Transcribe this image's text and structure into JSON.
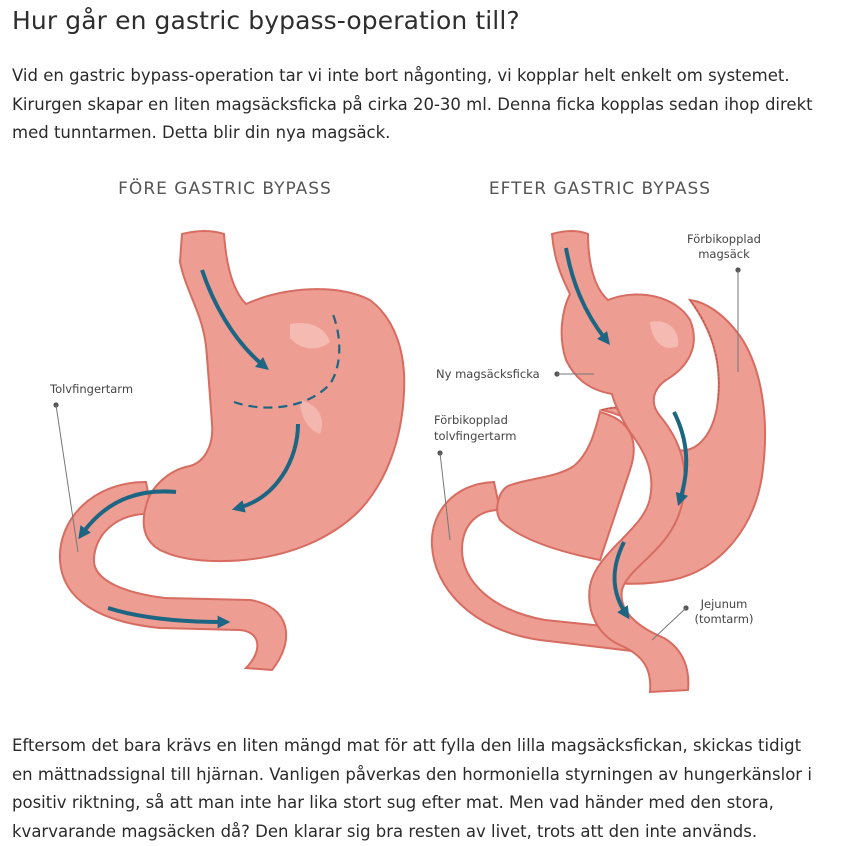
{
  "title": "Hur går en gastric bypass-operation till?",
  "intro_lines": [
    "Vid en gastric bypass-operation tar vi inte bort någonting, vi kopplar helt enkelt om systemet.",
    "Kirurgen skapar en liten magsäcksficka på cirka 20-30 ml. Denna ficka kopplas sedan ihop direkt",
    "med tunntarmen. Detta blir din nya magsäck."
  ],
  "diagram": {
    "before": {
      "heading": "FÖRE GASTRIC BYPASS",
      "labels": {
        "duodenum": "Tolvfingertarm"
      }
    },
    "after": {
      "heading": "EFTER GASTRIC BYPASS",
      "labels": {
        "bypassed_stomach": [
          "Förbikopplad",
          "magsäck"
        ],
        "new_pouch": "Ny magsäcksficka",
        "bypassed_duodenum": [
          "Förbikopplad",
          "tolvfingertarm"
        ],
        "jejunum": [
          "Jejunum",
          "(tomtarm)"
        ]
      }
    },
    "colors": {
      "tissue": "#ee9d93",
      "tissue_outline": "#d76c61",
      "highlight": "#f6c2ba",
      "arrow": "#1d6683",
      "dashed": "#1d6683"
    }
  },
  "outro_lines": [
    "Eftersom det bara krävs en liten mängd mat för att fylla den lilla magsäcksfickan, skickas tidigt",
    "en mättnadssignal till hjärnan. Vanligen påverkas den hormoniella styrningen av hungerkänslor i",
    "positiv riktning, så att man inte har lika stort sug efter mat. Men vad händer med den stora,",
    "kvarvarande magsäcken då? Den klarar sig bra resten av livet, trots att den inte används."
  ]
}
